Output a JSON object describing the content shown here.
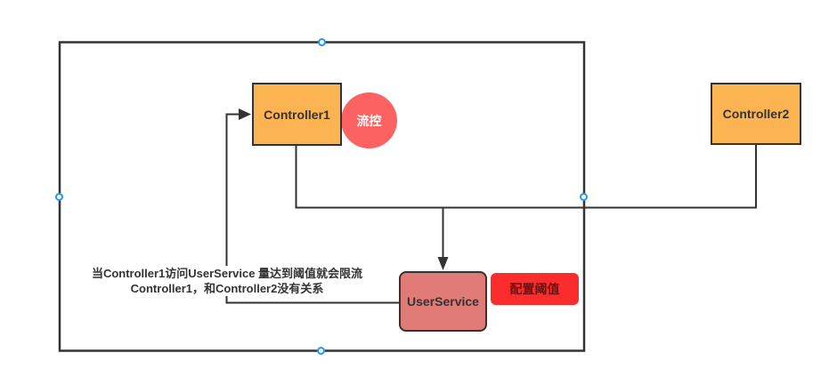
{
  "diagram": {
    "nodes": {
      "controller1": {
        "label": "Controller1",
        "fill": "#FBB451",
        "text_color": "#333333"
      },
      "controller2": {
        "label": "Controller2",
        "fill": "#FBB451",
        "text_color": "#333333"
      },
      "user_service": {
        "label": "UserService",
        "fill": "#E17B77",
        "text_color": "#333333"
      },
      "flow_control_badge": {
        "label": "流控",
        "fill": "#FC6262",
        "text_color": "#ffffff"
      },
      "threshold_badge": {
        "label": "配置阈值",
        "fill": "#FB2C2C",
        "text_color": "#6E1010"
      }
    },
    "annotation": {
      "line1": "当Controller1访问UserService 量达到阈值就会限流",
      "line2": "Controller1，和Controller2没有关系"
    },
    "colors": {
      "edge_stroke": "#333333",
      "selection_border": "#333333",
      "selection_handle": "#2196F3",
      "canvas_background": "#ffffff"
    }
  }
}
